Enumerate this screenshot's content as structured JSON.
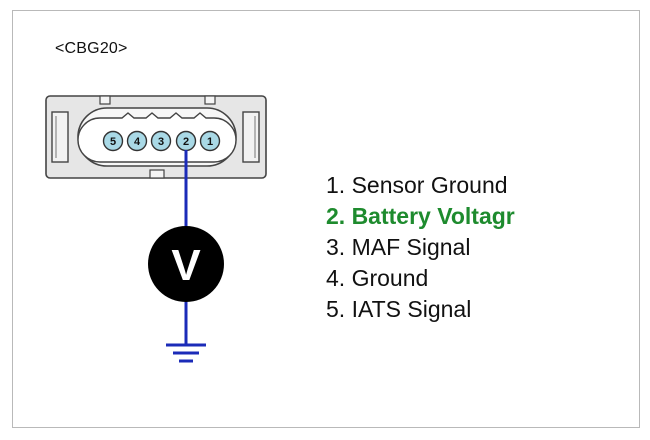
{
  "connector": {
    "id": "<CBG20>",
    "pins": [
      "5",
      "4",
      "3",
      "2",
      "1"
    ],
    "probed_pin": "2"
  },
  "meter": {
    "symbol": "V"
  },
  "pin_list": [
    {
      "text": "1. Sensor Ground",
      "highlighted": false
    },
    {
      "text": "2. Battery Voltagr",
      "highlighted": true
    },
    {
      "text": "3. MAF Signal",
      "highlighted": false
    },
    {
      "text": "4. Ground",
      "highlighted": false
    },
    {
      "text": "5. IATS Signal",
      "highlighted": false
    }
  ],
  "colors": {
    "probe_wire": "#1b2bb8",
    "highlight_text": "#1e8b2e",
    "connector_shell": "#e6e6e6",
    "pin_fill": "#a9d9e6",
    "meter_body": "#000000"
  }
}
